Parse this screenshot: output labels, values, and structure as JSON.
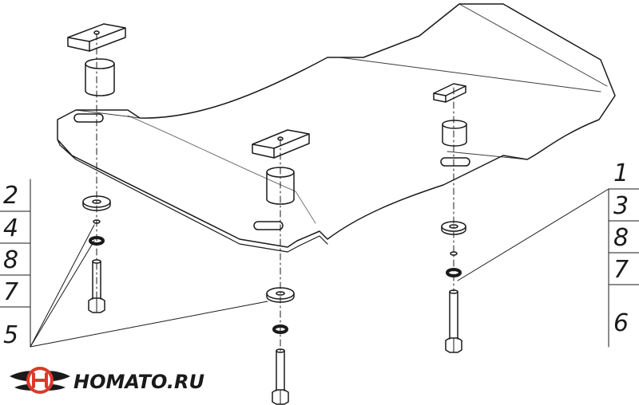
{
  "diagram": {
    "left_callouts": [
      "2",
      "4",
      "8",
      "7",
      "5"
    ],
    "right_callouts": [
      "1",
      "3",
      "8",
      "7",
      "6"
    ]
  },
  "logo": {
    "text": "HOMATO.RU",
    "colors": {
      "red": "#d83a2b",
      "dark": "#1a1a1a"
    }
  }
}
